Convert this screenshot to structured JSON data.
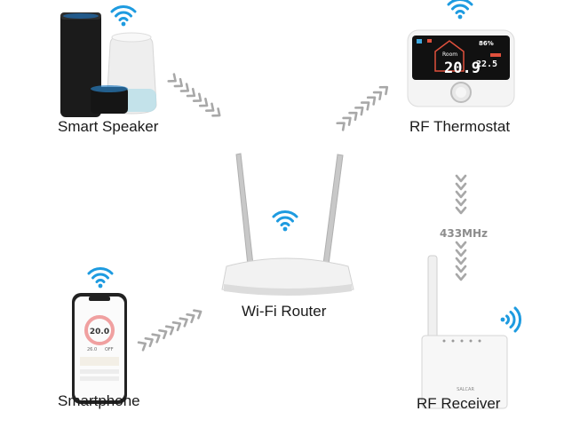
{
  "devices": {
    "smart_speaker": {
      "label": "Smart Speaker"
    },
    "thermostat": {
      "label": "RF Thermostat",
      "screen_temp": "20.9",
      "screen_small": "22.5",
      "screen_pct": "86%",
      "screen_room": "Room"
    },
    "router": {
      "label": "Wi-Fi Router"
    },
    "smartphone": {
      "label": "Smartphone",
      "screen_temp": "20.0",
      "screen_a": "26.0",
      "screen_b": "OFF"
    },
    "receiver": {
      "label": "RF Receiver",
      "brand": "SALCAR"
    }
  },
  "link": {
    "frequency": "433MHz"
  },
  "colors": {
    "wifi": "#1e9be0",
    "arrow": "#a8a8a8",
    "screen": "#111111"
  },
  "icons": [
    "wifi-icon",
    "chevron-arrow"
  ]
}
